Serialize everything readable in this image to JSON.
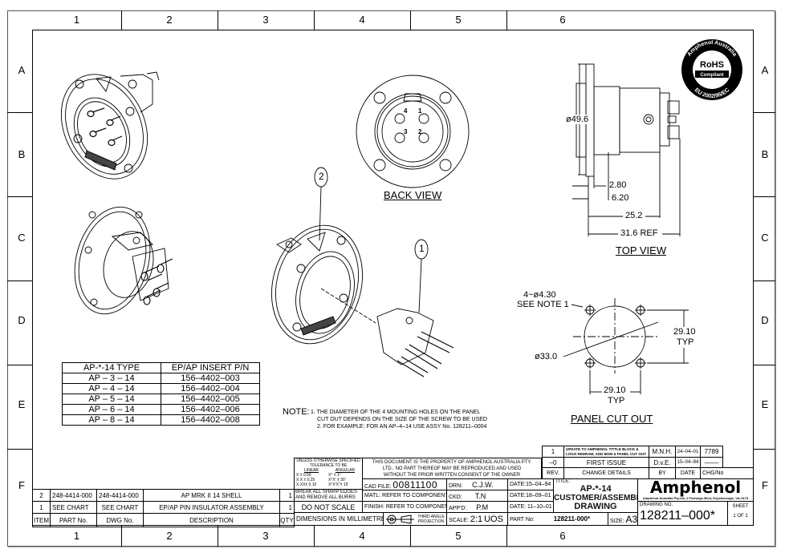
{
  "zones": {
    "columns": [
      "1",
      "2",
      "3",
      "4",
      "5",
      "6"
    ],
    "rows": [
      "A",
      "B",
      "C",
      "D",
      "E",
      "F"
    ]
  },
  "views": {
    "back_view": "BACK VIEW",
    "top_view": "TOP VIEW",
    "panel_cut_out": "PANEL CUT OUT",
    "balloon_1": "1",
    "balloon_2": "2",
    "pin_labels": [
      "4",
      "1",
      "3",
      "2"
    ]
  },
  "rohs_badge": {
    "top_text": "Amphenol Australia",
    "center_text": "RoHS",
    "sub_text": "Compliant",
    "bottom_text": "EU 2002/95/EC"
  },
  "dimensions": {
    "diameter_49_6": "ø49.6",
    "d_2_80": "2.80",
    "d_6_20": "6.20",
    "d_25_2": "25.2",
    "d_31_6": "31.6 REF",
    "holes": "4~ø4.30",
    "see_note": "SEE NOTE 1",
    "diameter_33": "ø33.0",
    "vert_typ_value": "29.10",
    "vert_typ_label": "TYP",
    "horiz_typ_value": "29.10",
    "horiz_typ_label": "TYP"
  },
  "type_table": {
    "headers": [
      "AP-*-14 TYPE",
      "EP/AP INSERT P/N"
    ],
    "rows": [
      [
        "AP  –  3  –  14",
        "156–4402–003"
      ],
      [
        "AP  –  4  –  14",
        "156–4402–004"
      ],
      [
        "AP  –  5  –  14",
        "156–4402–005"
      ],
      [
        "AP  –  6  –  14",
        "156–4402–006"
      ],
      [
        "AP  –  8  –  14",
        "156–4402–008"
      ]
    ]
  },
  "notes": {
    "label": "NOTE:",
    "lines": [
      "1. THE DIAMETER OF THE 4 MOUNTING HOLES ON THE PANEL",
      "CUT OUT DEPENDS ON THE SIZE OF THE SCREW TO BE USED",
      "2. FOR EXAMPLE: FOR AN AP–4–14 USE ASSY No. 128211–0004"
    ]
  },
  "bom": {
    "headers": [
      "ITEM",
      "PART No.",
      "DWG No.",
      "DESCRIPTION",
      "QTY"
    ],
    "rows": [
      [
        "2",
        "248-4414-000",
        "248-4414-000",
        "AP MRK II 14 SHELL",
        "1"
      ],
      [
        "1",
        "SEE CHART",
        "SEE CHART",
        "EP/AP PIN INSULATOR ASSEMBLY",
        "1"
      ]
    ]
  },
  "tolerance": {
    "heading_1": "UNLESS OTHERWISE SPECIFIED",
    "heading_2": "TOLERANCE TO BE",
    "linear": "LINEAR",
    "angular": "ANGULAR",
    "linear_rows": [
      "X   ± 0.50",
      "X.X ± 0.25",
      "X.XX± 0.10"
    ],
    "angular_rows": [
      "X°    ± 1°",
      "X°X'  ± 30'",
      "X°X'X\"± 15'"
    ],
    "burrs_1": "BREAK ALL SHARP EDGES",
    "burrs_2": "AND REMOVE ALL BURRS",
    "do_not_scale": "DO NOT SCALE",
    "dimensions": "DIMENSIONS IN MILLIMETRES"
  },
  "property_notice": [
    "THIS DOCUMENT IS THE PROPERTY OF AMPHENOL AUSTRALIA PTY.",
    "LTD..  NO PART THEREOF MAY BE REPRODUCED AND USED",
    "WITHOUT THE PRIOR WRITTEN CONSENT OF THE OWNER"
  ],
  "title_block": {
    "cad_file_label": "CAD FILE:",
    "cad_file": "00811100",
    "matl": "MATL: REFER TO COMPONENT",
    "finish": "FINISH: REFER TO COMPONENT",
    "projection": "THIRD ANGLE PROJECTION",
    "drn_label": "DRN:",
    "drn": "C.J.W.",
    "ckd_label": "CKD:",
    "ckd": "T.N",
    "appd_label": "APP'D:",
    "appd": "P.M",
    "date_drn": "DATE:15–04–94",
    "date_ckd": "DATE:18–09–01",
    "date_appd": "DATE: 11–10–01",
    "scale_label": "SCALE:",
    "scale": "2:1",
    "uos": "UOS",
    "part_no_label": "PART No:",
    "part_no": "128211-000*",
    "size_label": "SIZE:",
    "size": "A3",
    "title_label": "TITLE:",
    "title_lines": [
      "AP-*-14",
      "CUSTOMER/ASSEMBLY",
      "DRAWING"
    ],
    "company": "Amphenol",
    "company_address": "Amphenol Australia Pty.Ltd, 2 Fiveways Blvd, Keysborough, Vic.3173",
    "drawing_no_label": "DRAWING NO.",
    "drawing_no": "128211–000*",
    "sheet_label": "SHEET",
    "sheet": "1 OF 1"
  },
  "revisions": {
    "headers": [
      "REV.",
      "CHANGE DETAILS",
      "BY",
      "DATE",
      "CHG/No"
    ],
    "rows": [
      [
        "1",
        "UPDATE TO AMPHENOL TITTLE BLOCK & LOGO REDRAW, ADD BOM & PANEL CUT OUT",
        "M.N.H.",
        "24–04–01",
        "7789"
      ],
      [
        "–0",
        "FIRST ISSUE",
        "D.v.E.",
        "15–04–94",
        "––––"
      ]
    ]
  }
}
